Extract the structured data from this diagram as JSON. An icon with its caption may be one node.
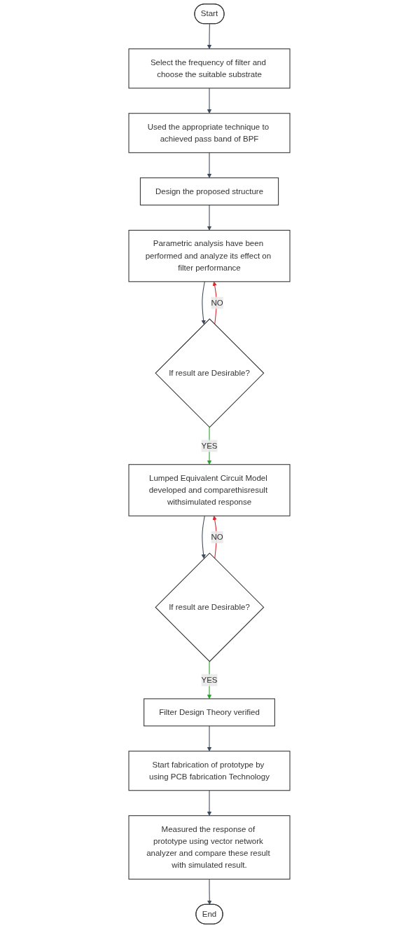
{
  "diagram": {
    "nodes": [
      {
        "text": [
          "Start"
        ]
      },
      {
        "text": [
          "Select the frequency of filter and choose the suitable substrate"
        ]
      },
      {
        "text": [
          "Used the appropriate technique to achieved pass band of BPF"
        ]
      },
      {
        "text": [
          "Design the proposed structure"
        ]
      },
      {
        "text": [
          "Parametric analysis have been performed and analyze its effect on filter performance"
        ]
      },
      {
        "text": [
          "If result are Desirable?"
        ]
      },
      {
        "text": [
          "Lumped Equivalent Circuit Model developed and comparethisresult withsimulated response"
        ]
      },
      {
        "text": [
          "If result are Desirable?"
        ]
      },
      {
        "text": [
          "Filter Design Theory verified"
        ]
      },
      {
        "text": [
          "Start fabrication of prototype by using PCB fabrication Technology"
        ]
      },
      {
        "text": [
          "Measured the response of prototype using vector network analyzer and compare these result with simulated result."
        ]
      },
      {
        "text": [
          "End"
        ]
      }
    ],
    "edges": [
      {
        "from": 0,
        "to": 1,
        "arrow": "to"
      },
      {
        "from": 1,
        "to": 2,
        "arrow": "to"
      },
      {
        "from": 2,
        "to": 3,
        "arrow": "to"
      },
      {
        "from": 3,
        "to": 4,
        "arrow": "to"
      },
      {
        "from": 4,
        "to": 5,
        "arrow": "to"
      },
      {
        "from": 5,
        "to": 4,
        "arrow": "to",
        "label": "NO",
        "color": "#e0262b"
      },
      {
        "from": 5,
        "to": 6,
        "arrow": "to",
        "label": "YES",
        "color": "#2ca02c"
      },
      {
        "from": 6,
        "to": 7,
        "arrow": "to"
      },
      {
        "from": 7,
        "to": 6,
        "arrow": "to",
        "label": "NO",
        "color": "#e0262b"
      },
      {
        "from": 7,
        "to": 8,
        "arrow": "to",
        "label": "YES",
        "color": "#2ca02c"
      },
      {
        "from": 8,
        "to": 9,
        "arrow": "to"
      },
      {
        "from": 9,
        "to": 10,
        "arrow": "to"
      },
      {
        "from": 10,
        "to": 11,
        "arrow": "to"
      }
    ]
  }
}
